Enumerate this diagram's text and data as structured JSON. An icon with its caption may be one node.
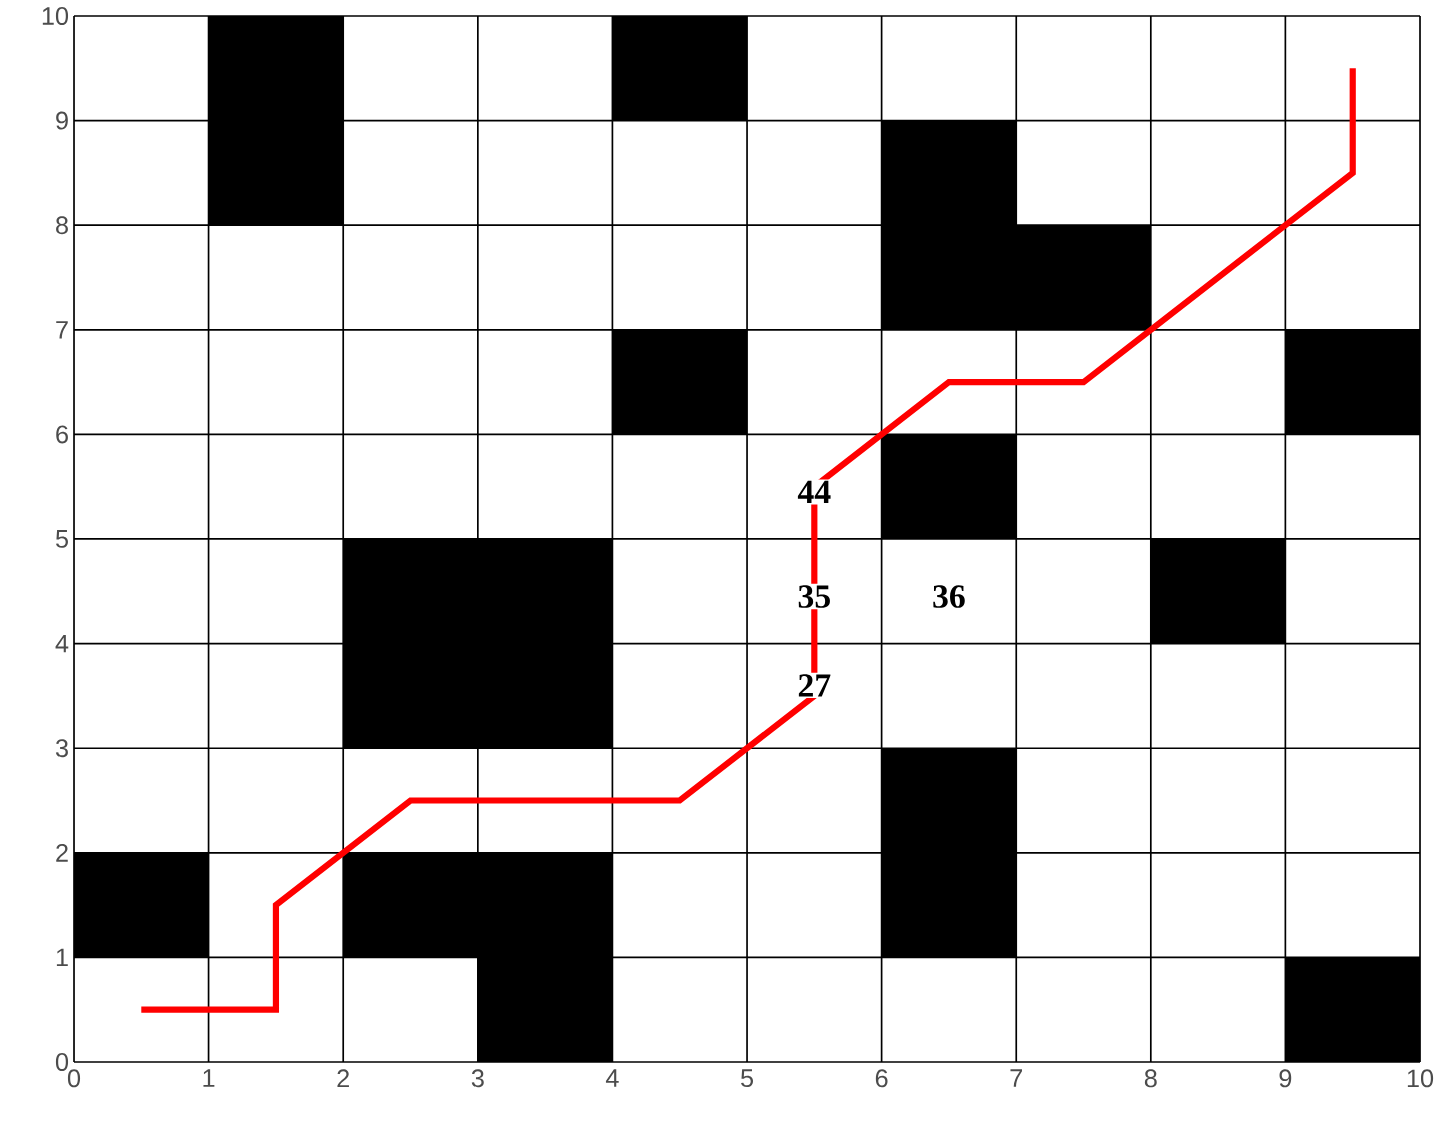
{
  "diagram": {
    "labels": [
      "10",
      "9",
      "8",
      "7",
      "6",
      "44",
      "5",
      "35",
      "36",
      "4",
      "27",
      "3",
      "2",
      "1",
      "0",
      "0",
      "1",
      "2",
      "3",
      "4",
      "5",
      "6",
      "7",
      "8",
      "9",
      "10"
    ]
  }
}
